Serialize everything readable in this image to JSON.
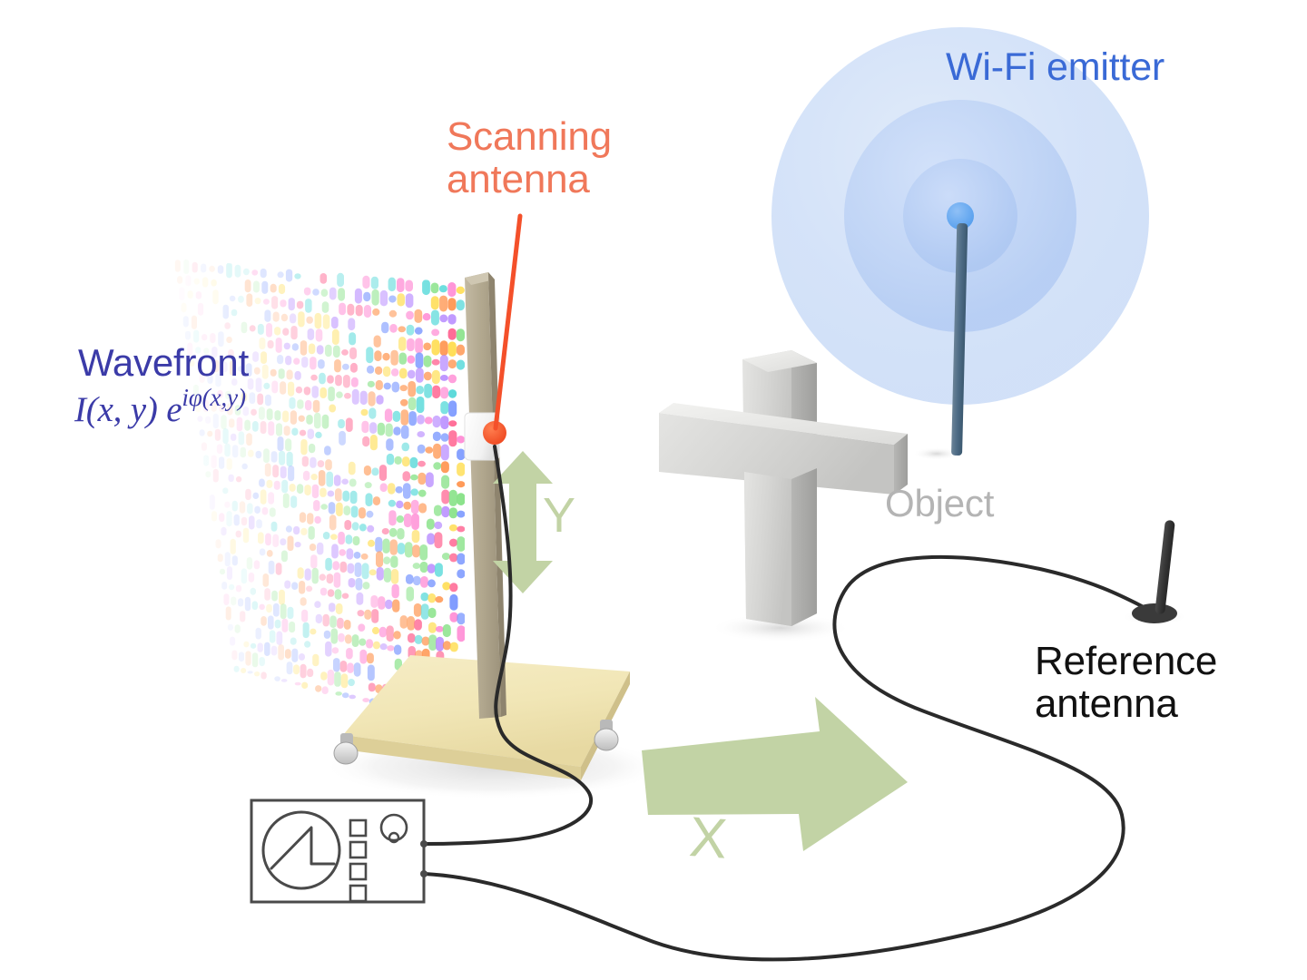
{
  "figure": {
    "subject": "Wi-Fi holography measurement setup",
    "background_color": "#ffffff"
  },
  "labels": {
    "scanning_antenna": "Scanning\nantenna",
    "wifi_emitter": "Wi-Fi emitter",
    "object": "Object",
    "reference_antenna": "Reference\nantenna",
    "wavefront_title": "Wavefront",
    "wavefront_formula_main": "I(x, y) e",
    "wavefront_formula_exponent": "iφ(x,y)",
    "axis_y": "Y",
    "axis_x": "X"
  },
  "colors": {
    "scanning_antenna_label": "#f0785a",
    "scanning_antenna_dot": "#f4502a",
    "leader_line": "#f4502a",
    "wifi_emitter_label": "#3a6ad6",
    "wifi_halo_outer": "#ccddf7",
    "wifi_halo_mid": "#bcd3f5",
    "wifi_halo_inner": "#aec8f2",
    "wifi_core_dot": "#5fa2ee",
    "wifi_rod": "#4d6b85",
    "object_label": "#b4b4b4",
    "object_body": "#d8d8d8",
    "reference_antenna_label": "#111111",
    "reference_antenna_body": "#3a3a3a",
    "wavefront_label": "#3b3ba8",
    "axis_arrow": "#c2d3a5",
    "base_plate": "#f0e5b8",
    "post": "#b5ab92",
    "carriage": "#fbfbfb",
    "cable": "#2a2a2a",
    "instrument_outline": "#4a4a4a"
  },
  "wavefront": {
    "description": "perspective plane of pastel vertical dashes encoding phase",
    "palette": [
      "#ff5a8a",
      "#ff8a3d",
      "#ffd93d",
      "#7fe07f",
      "#49d6d6",
      "#6f8fff",
      "#b07fff",
      "#ff7fd0"
    ],
    "columns": 34,
    "rows": 30
  },
  "instrument": {
    "name": "signal-analyzer",
    "display_waveform": "sawtooth",
    "button_count": 4,
    "knob_count": 1,
    "port_count": 2
  },
  "scene_items": [
    {
      "name": "scanning-antenna",
      "kind": "probe"
    },
    {
      "name": "wifi-emitter",
      "kind": "source"
    },
    {
      "name": "object-cross",
      "kind": "target"
    },
    {
      "name": "reference-antenna",
      "kind": "probe"
    },
    {
      "name": "wavefront-plane",
      "kind": "field"
    },
    {
      "name": "signal-analyzer",
      "kind": "instrument"
    },
    {
      "name": "scan-stage",
      "kind": "mechanics"
    }
  ]
}
